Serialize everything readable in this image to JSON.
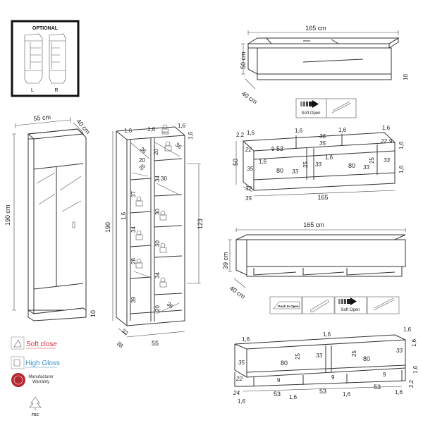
{
  "optional_box": {
    "title": "OPTIONAL",
    "left": "L",
    "right": "R"
  },
  "tall_cabinet": {
    "width": "55 cm",
    "depth": "40 cm",
    "height": "190 cm",
    "plinth": "10"
  },
  "shelf_diagram": {
    "top_thickness": "1,6",
    "top_thickness2": "1,6",
    "side_thickness": "1,6",
    "mid_thickness": "1,6",
    "edge": "1,6",
    "height": "190",
    "glass_height": "123",
    "width": "55",
    "depth": "38",
    "inner_depth": "32",
    "shelf_depth": "36",
    "h20a": "20",
    "h20b": "20",
    "h34a": "34",
    "h30a": "30",
    "h30b": "30",
    "h34b": "34",
    "h20c": "20",
    "w30": "30",
    "d35": "35",
    "d36b": "36",
    "d36c": "36",
    "l37": "37",
    "l34": "34",
    "l28": "28",
    "l39": "39",
    "weight": "5KG"
  },
  "tv_unit_top": {
    "width": "165 cm",
    "height": "50 cm",
    "depth": "40 cm",
    "plinth": "10"
  },
  "tv_top_features": [
    {
      "label": "Soft Open",
      "icon": "soft-open-arrow-icon"
    },
    {
      "label": "",
      "icon": "gas-strut-icon"
    }
  ],
  "tv_diagram_top": {
    "a": "2,2",
    "b": "1,6",
    "c": "1,6",
    "d": "1,6",
    "e": "1,6",
    "f": "36",
    "g": "35",
    "h": "22",
    "i": "9",
    "j": "53",
    "k": "22",
    "l": "9",
    "m": "1,6",
    "n": "50",
    "o": "25",
    "p": "1,6",
    "q": "1,6",
    "r": "33",
    "s": "25",
    "t": "33",
    "u": "35",
    "v": "80",
    "w": "33",
    "x": "80",
    "y": "33",
    "z": "1,6",
    "aa": "32",
    "ab": "35",
    "ac": "165"
  },
  "tv_unit_bottom": {
    "width": "165 cm",
    "height": "39 cm",
    "depth": "40 cm"
  },
  "tv_bottom_features": [
    {
      "label": "Push to Open",
      "icon": "push-to-open-icon"
    },
    {
      "label": "",
      "icon": "hinge-icon"
    },
    {
      "label": "Soft Open",
      "icon": "soft-open-arrow-icon"
    },
    {
      "label": "",
      "icon": "gas-strut-icon"
    }
  ],
  "tv_diagram_bottom": {
    "a": "1,6",
    "b": "1,6",
    "c": "1,6",
    "d": "1,6",
    "e": "35",
    "f": "80",
    "g": "25",
    "h": "33",
    "i": "25",
    "j": "80",
    "k": "33",
    "l": "1,6",
    "m": "9",
    "n": "9",
    "o": "9",
    "p": "2,2",
    "q": "22",
    "r": "24",
    "s": "53",
    "t": "53",
    "u": "53",
    "v": "1,6",
    "w": "1,6",
    "x": "1,6",
    "y": "1,6"
  },
  "features": [
    {
      "label": "Soft close",
      "color": "#d2343c",
      "icon": "soft-close-icon"
    },
    {
      "label": "High Gloss",
      "color": "#3b8fc4",
      "icon": "high-gloss-icon"
    },
    {
      "label": "Manufacturer Warranty",
      "line1": "Manufacturer",
      "line2": "Warranty",
      "color": "#b4272f",
      "icon": "warranty-seal-icon"
    },
    {
      "label": "FSC",
      "icon": "fsc-tree-icon"
    }
  ]
}
